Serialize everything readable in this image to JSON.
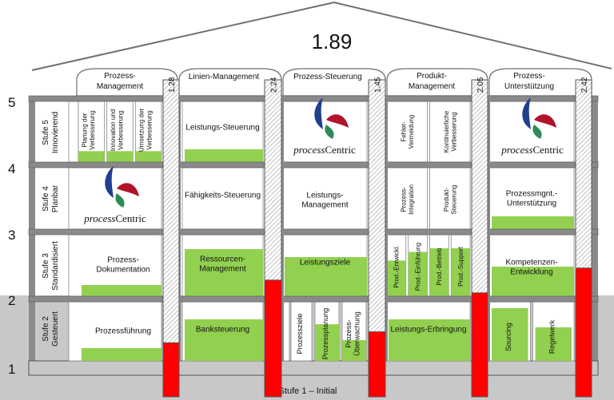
{
  "overall_score": "1.89",
  "level_numbers": [
    "1",
    "2",
    "3",
    "4",
    "5"
  ],
  "level_labels": [
    {
      "line1": "Stufe 2",
      "line2": "Gesteuert"
    },
    {
      "line1": "Stufe 3",
      "line2": "Standardisiert"
    },
    {
      "line1": "Stufe 4",
      "line2": "Planbar"
    },
    {
      "line1": "Stufe 5",
      "line2": "Innovierend"
    }
  ],
  "base_label": "Stufe 1 – Initial",
  "logo": {
    "word_italic": "process",
    "word_plain": "Centric"
  },
  "columns": [
    {
      "title": [
        "Prozess-",
        "Management"
      ],
      "score": "1.28",
      "fill": 0.28
    },
    {
      "title": [
        "Linien-Management"
      ],
      "score": "2.24",
      "fill": 0.24
    },
    {
      "title": [
        "Prozess-Steuerung"
      ],
      "score": "1.45",
      "fill": 0.45
    },
    {
      "title": [
        "Produkt-",
        "Management"
      ],
      "score": "2.05",
      "fill": 0.05
    },
    {
      "title": [
        "Prozess-",
        "Unterstützung"
      ],
      "score": "2.42",
      "fill": 0.42
    }
  ],
  "cells": {
    "c1_l5": [
      {
        "lines": [
          "Planung der",
          "Verbesserung"
        ]
      },
      {
        "lines": [
          "Innovation und",
          "Verbesserung"
        ]
      },
      {
        "lines": [
          "Umsetzung der",
          "Verbesserung"
        ]
      }
    ],
    "c1_l3": [
      "Prozess-",
      "Dokumentation"
    ],
    "c1_l2": [
      "Prozessführung"
    ],
    "c2_l5": [
      "Leistungs-Steuerung"
    ],
    "c2_l4": [
      "Fähigkeits-Steuerung"
    ],
    "c2_l3": [
      "Ressourcen-",
      "Management"
    ],
    "c2_l2": [
      "Banksteuerung"
    ],
    "c3_l4": [
      "Leistungs-",
      "Management"
    ],
    "c3_l3": [
      "Leistungsziele"
    ],
    "c3_l2": [
      {
        "lines": [
          "Prozessziele"
        ]
      },
      {
        "lines": [
          "Prozessplanung"
        ]
      },
      {
        "lines": [
          "Prozess-",
          "Überwachung"
        ]
      }
    ],
    "c4_l5": [
      {
        "lines": [
          "Fehler-",
          "Vermeidung"
        ]
      },
      {
        "lines": [
          "Kontinuierliche",
          "Verbesserung"
        ]
      }
    ],
    "c4_l4": [
      {
        "lines": [
          "Prozess-",
          "Integration"
        ]
      },
      {
        "lines": [
          "Produkt-",
          "Steuerung"
        ]
      }
    ],
    "c4_l3": [
      {
        "lines": [
          "Prod.-Entwickl."
        ]
      },
      {
        "lines": [
          "Prod.-Einführung"
        ]
      },
      {
        "lines": [
          "Prod.-Betrieb"
        ]
      },
      {
        "lines": [
          "Prod.-Support"
        ]
      }
    ],
    "c4_l2": [
      "Leistungs-Erbringung"
    ],
    "c5_l4": [
      "Prozessmgnt.-",
      "Unterstützung"
    ],
    "c5_l3": [
      "Kompetenzen-",
      "Entwicklung"
    ],
    "c5_l2": [
      {
        "lines": [
          "Sourcing"
        ]
      },
      {
        "lines": [
          "Regelwerk"
        ]
      }
    ]
  },
  "colors": {
    "green": "#92d050",
    "red": "#ff0000",
    "grey": "#c8c8c8",
    "frame": "#707070",
    "logo_blue": "#1f3f8f",
    "logo_red": "#b0142a",
    "logo_green": "#2e8b57"
  }
}
